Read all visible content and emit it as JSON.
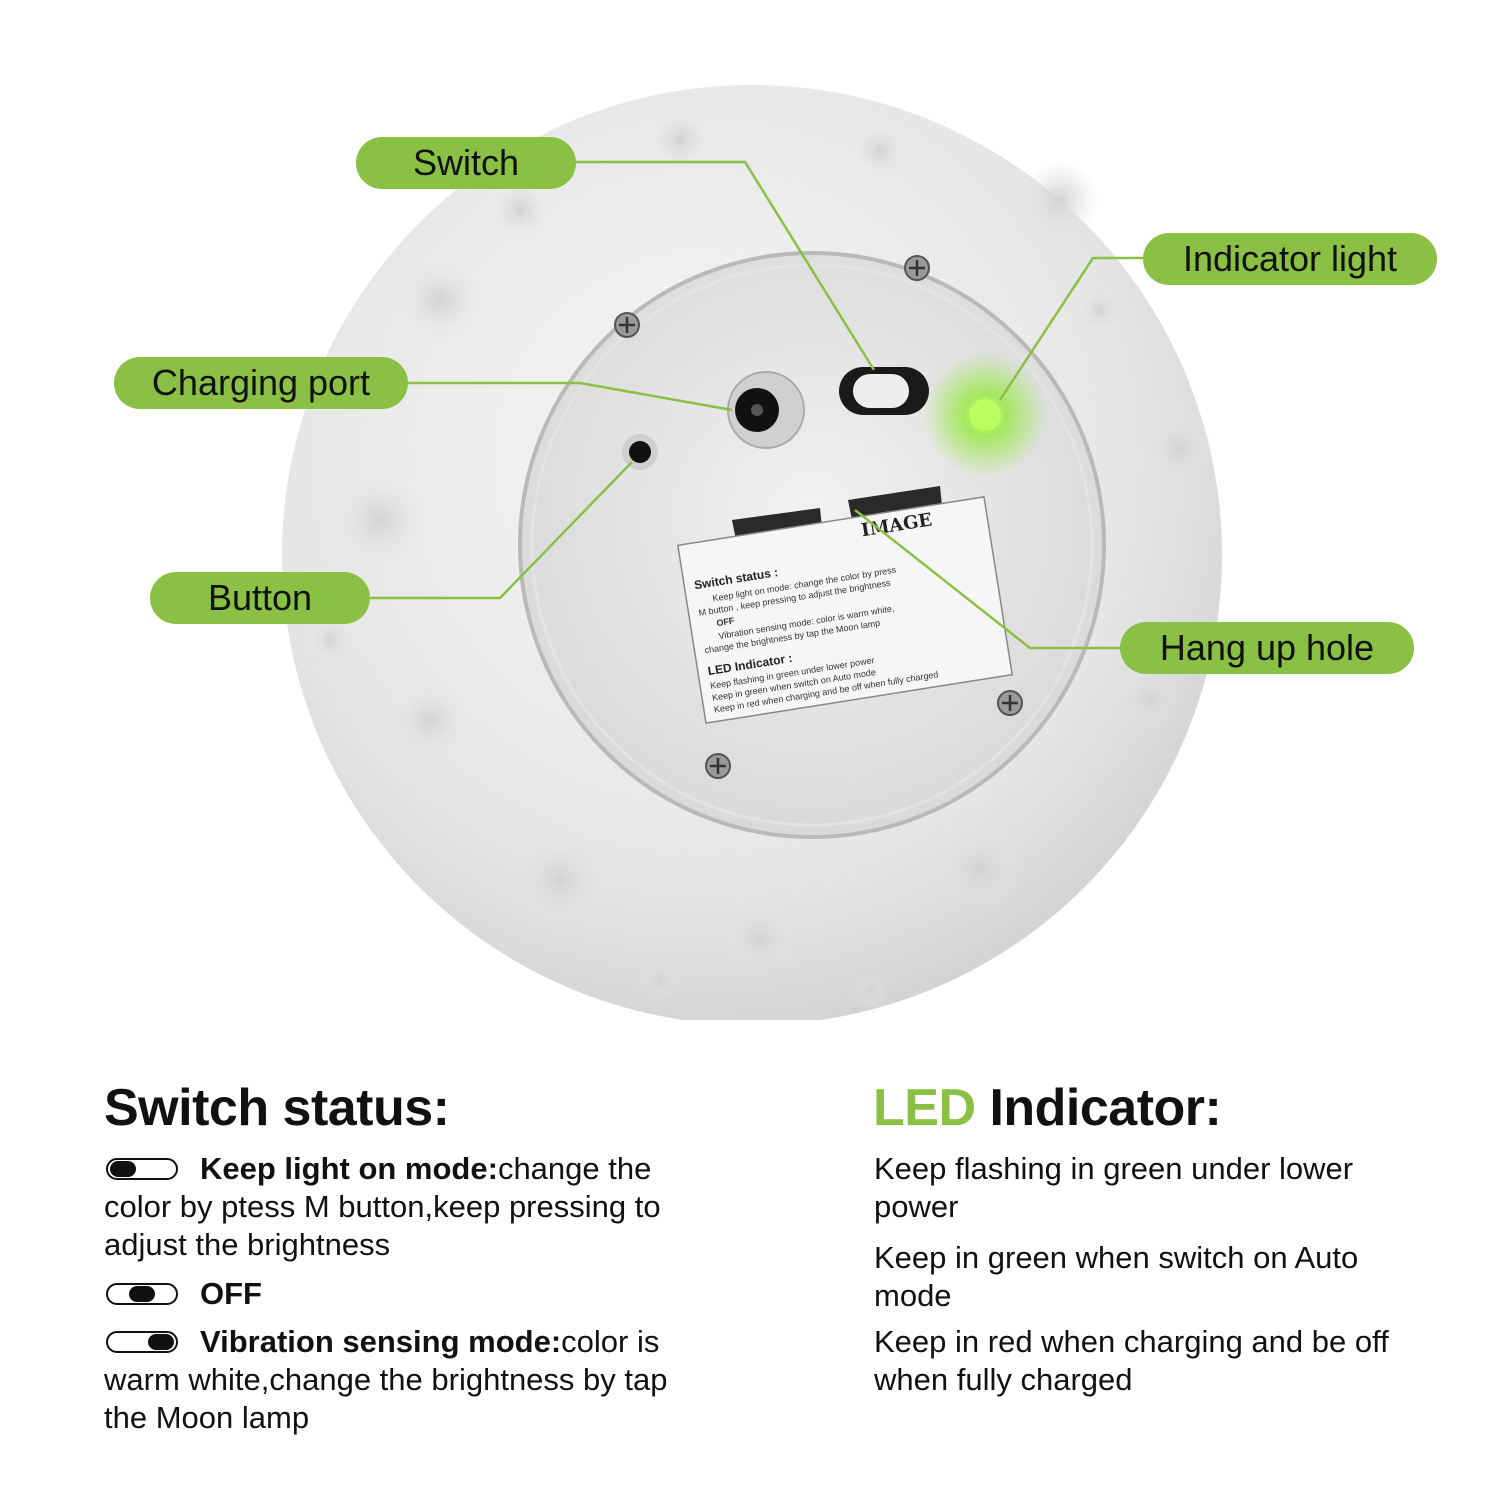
{
  "callouts": {
    "switch": "Switch",
    "indicator_light": "Indicator light",
    "charging_port": "Charging port",
    "button": "Button",
    "hang_up_hole": "Hang up hole"
  },
  "sticker": {
    "brand": "IMAGE",
    "switch_status_title": "Switch status :",
    "lines": [
      "Keep light on mode: change the color by press",
      "M button , keep pressing to adjust the brightness",
      "OFF",
      "Vibration sensing mode: color is warm white,",
      "change the brightness by tap the Moon lamp"
    ],
    "led_title": "LED Indicator :",
    "led_lines": [
      "Keep flashing in green under lower power",
      "Keep in green when switch on Auto mode",
      "Keep in red when charging and be off when fully charged"
    ]
  },
  "switch_status": {
    "title": "Switch status:",
    "modes": [
      {
        "toggle": "left",
        "name": "Keep light on mode:",
        "desc": "change the color by ptess M button,keep pressing to adjust the brightness"
      },
      {
        "toggle": "center",
        "name": "OFF",
        "desc": ""
      },
      {
        "toggle": "right",
        "name": "Vibration sensing mode:",
        "desc": "color is warm white,change the brightness by tap the Moon lamp"
      }
    ]
  },
  "led_indicator": {
    "title_accent": "LED",
    "title_rest": " Indicator:",
    "items": [
      "Keep flashing in green under lower power",
      "Keep in green when switch on Auto mode",
      "Keep in red when charging and be off when fully charged"
    ]
  },
  "colors": {
    "accent": "#8ac043",
    "leader_line": "#8ac043",
    "moon": "#ebebeb",
    "indicator_glow": "#9be84a"
  }
}
